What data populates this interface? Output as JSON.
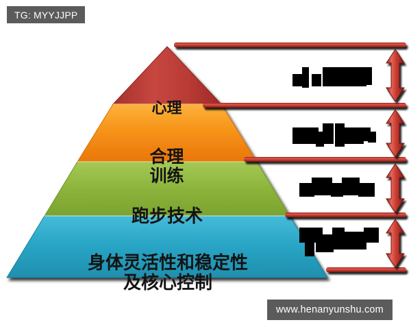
{
  "watermarks": {
    "top_left": "TG: MYYJJPP",
    "bottom_right": "www.henanyunshu.com"
  },
  "diagram": {
    "type": "pyramid",
    "orientation": "apex-up",
    "tier_count": 4,
    "tiers": [
      {
        "level": 1,
        "position": "top",
        "label": "心理",
        "color": "#bc3a35",
        "color_name": "red",
        "bracket_label": "[redacted]"
      },
      {
        "level": 2,
        "position": "upper-middle",
        "label": "合理\n训练",
        "color": "#f28c12",
        "color_name": "orange",
        "bracket_label": "[redacted]"
      },
      {
        "level": 3,
        "position": "lower-middle",
        "label": "跑步技术",
        "color": "#8cb43c",
        "color_name": "green",
        "bracket_label": "[redacted]"
      },
      {
        "level": 4,
        "position": "base",
        "label": "身体灵活性和稳定性\n及核心控制",
        "color": "#2ba5c4",
        "color_name": "blue",
        "bracket_label": "[redacted]"
      }
    ],
    "bracket_color": "#c0392b",
    "arrow_icon": "double-headed-vertical-arrow",
    "arrow_count": 4,
    "bracket_rule_count": 5
  }
}
